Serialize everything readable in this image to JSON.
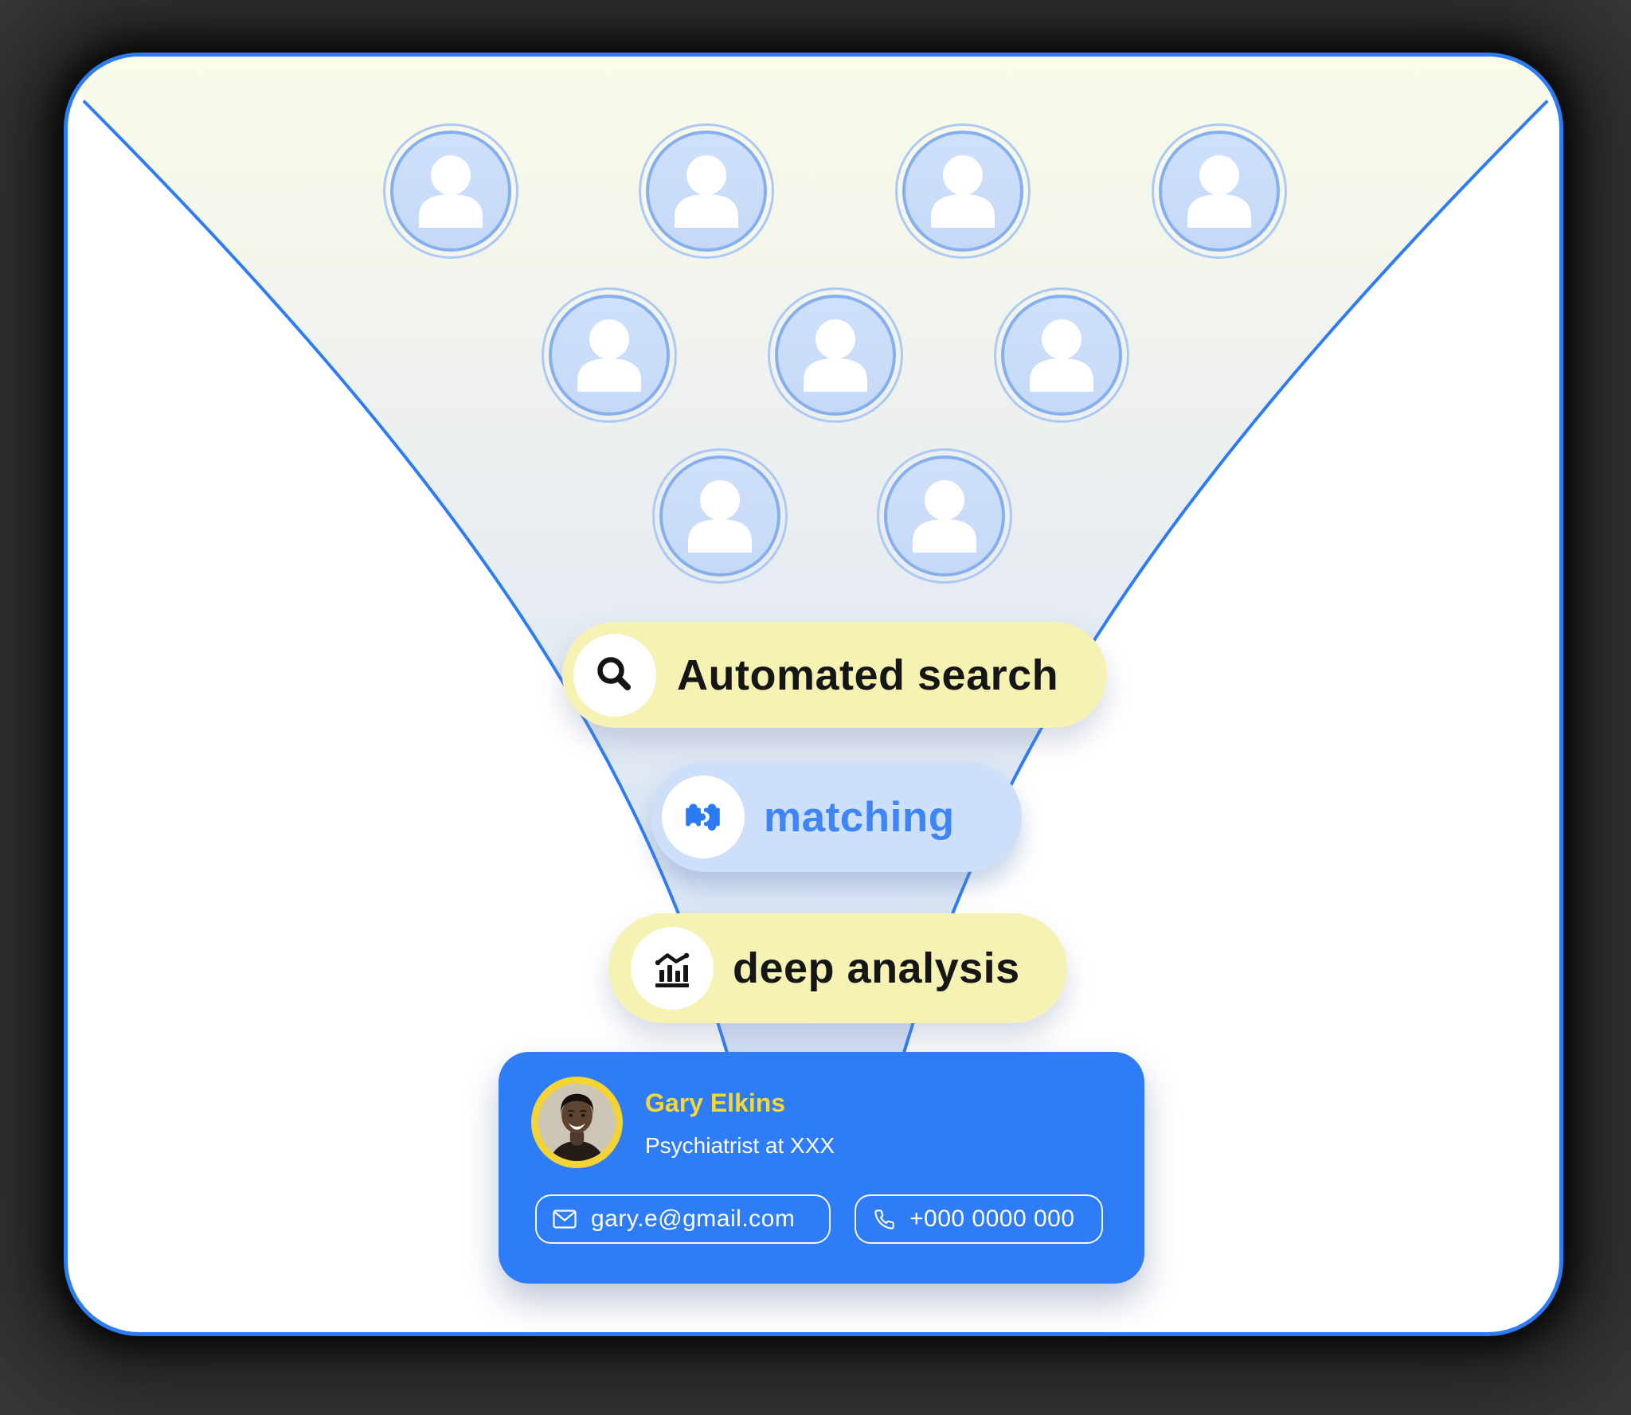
{
  "scene": {
    "background": "#383838",
    "card_bg": "#FFFFFF",
    "accent_blue": "#2C7CF5"
  },
  "funnel": {
    "gradient_top": "#FAFBE9",
    "gradient_bottom": "#D5E3F8",
    "candidate_rows": [
      4,
      3,
      2
    ],
    "avatar_fill": "#C9DCF8",
    "avatar_ring": "#86B0ED",
    "stages": [
      {
        "label": "Automated search",
        "icon": "search-icon",
        "pill_bg": "#F6F2B4",
        "label_color": "#161616"
      },
      {
        "label": "matching",
        "icon": "puzzle-icon",
        "pill_bg": "#CEDFF9",
        "label_color": "#3E86F7",
        "icon_color": "#2B7BF4"
      },
      {
        "label": "deep analysis",
        "icon": "bar-chart-icon",
        "pill_bg": "#F6F2B4",
        "label_color": "#161616"
      }
    ]
  },
  "contact_card": {
    "bg": "#2E7CF6",
    "name": "Gary Elkins",
    "name_color": "#F7D735",
    "title": "Psychiatrist at XXX",
    "avatar_ring_color": "#F4D433",
    "email": {
      "icon": "envelope-icon",
      "value": "gary.e@gmail.com"
    },
    "phone": {
      "icon": "phone-icon",
      "value": "+000 0000 000"
    }
  }
}
